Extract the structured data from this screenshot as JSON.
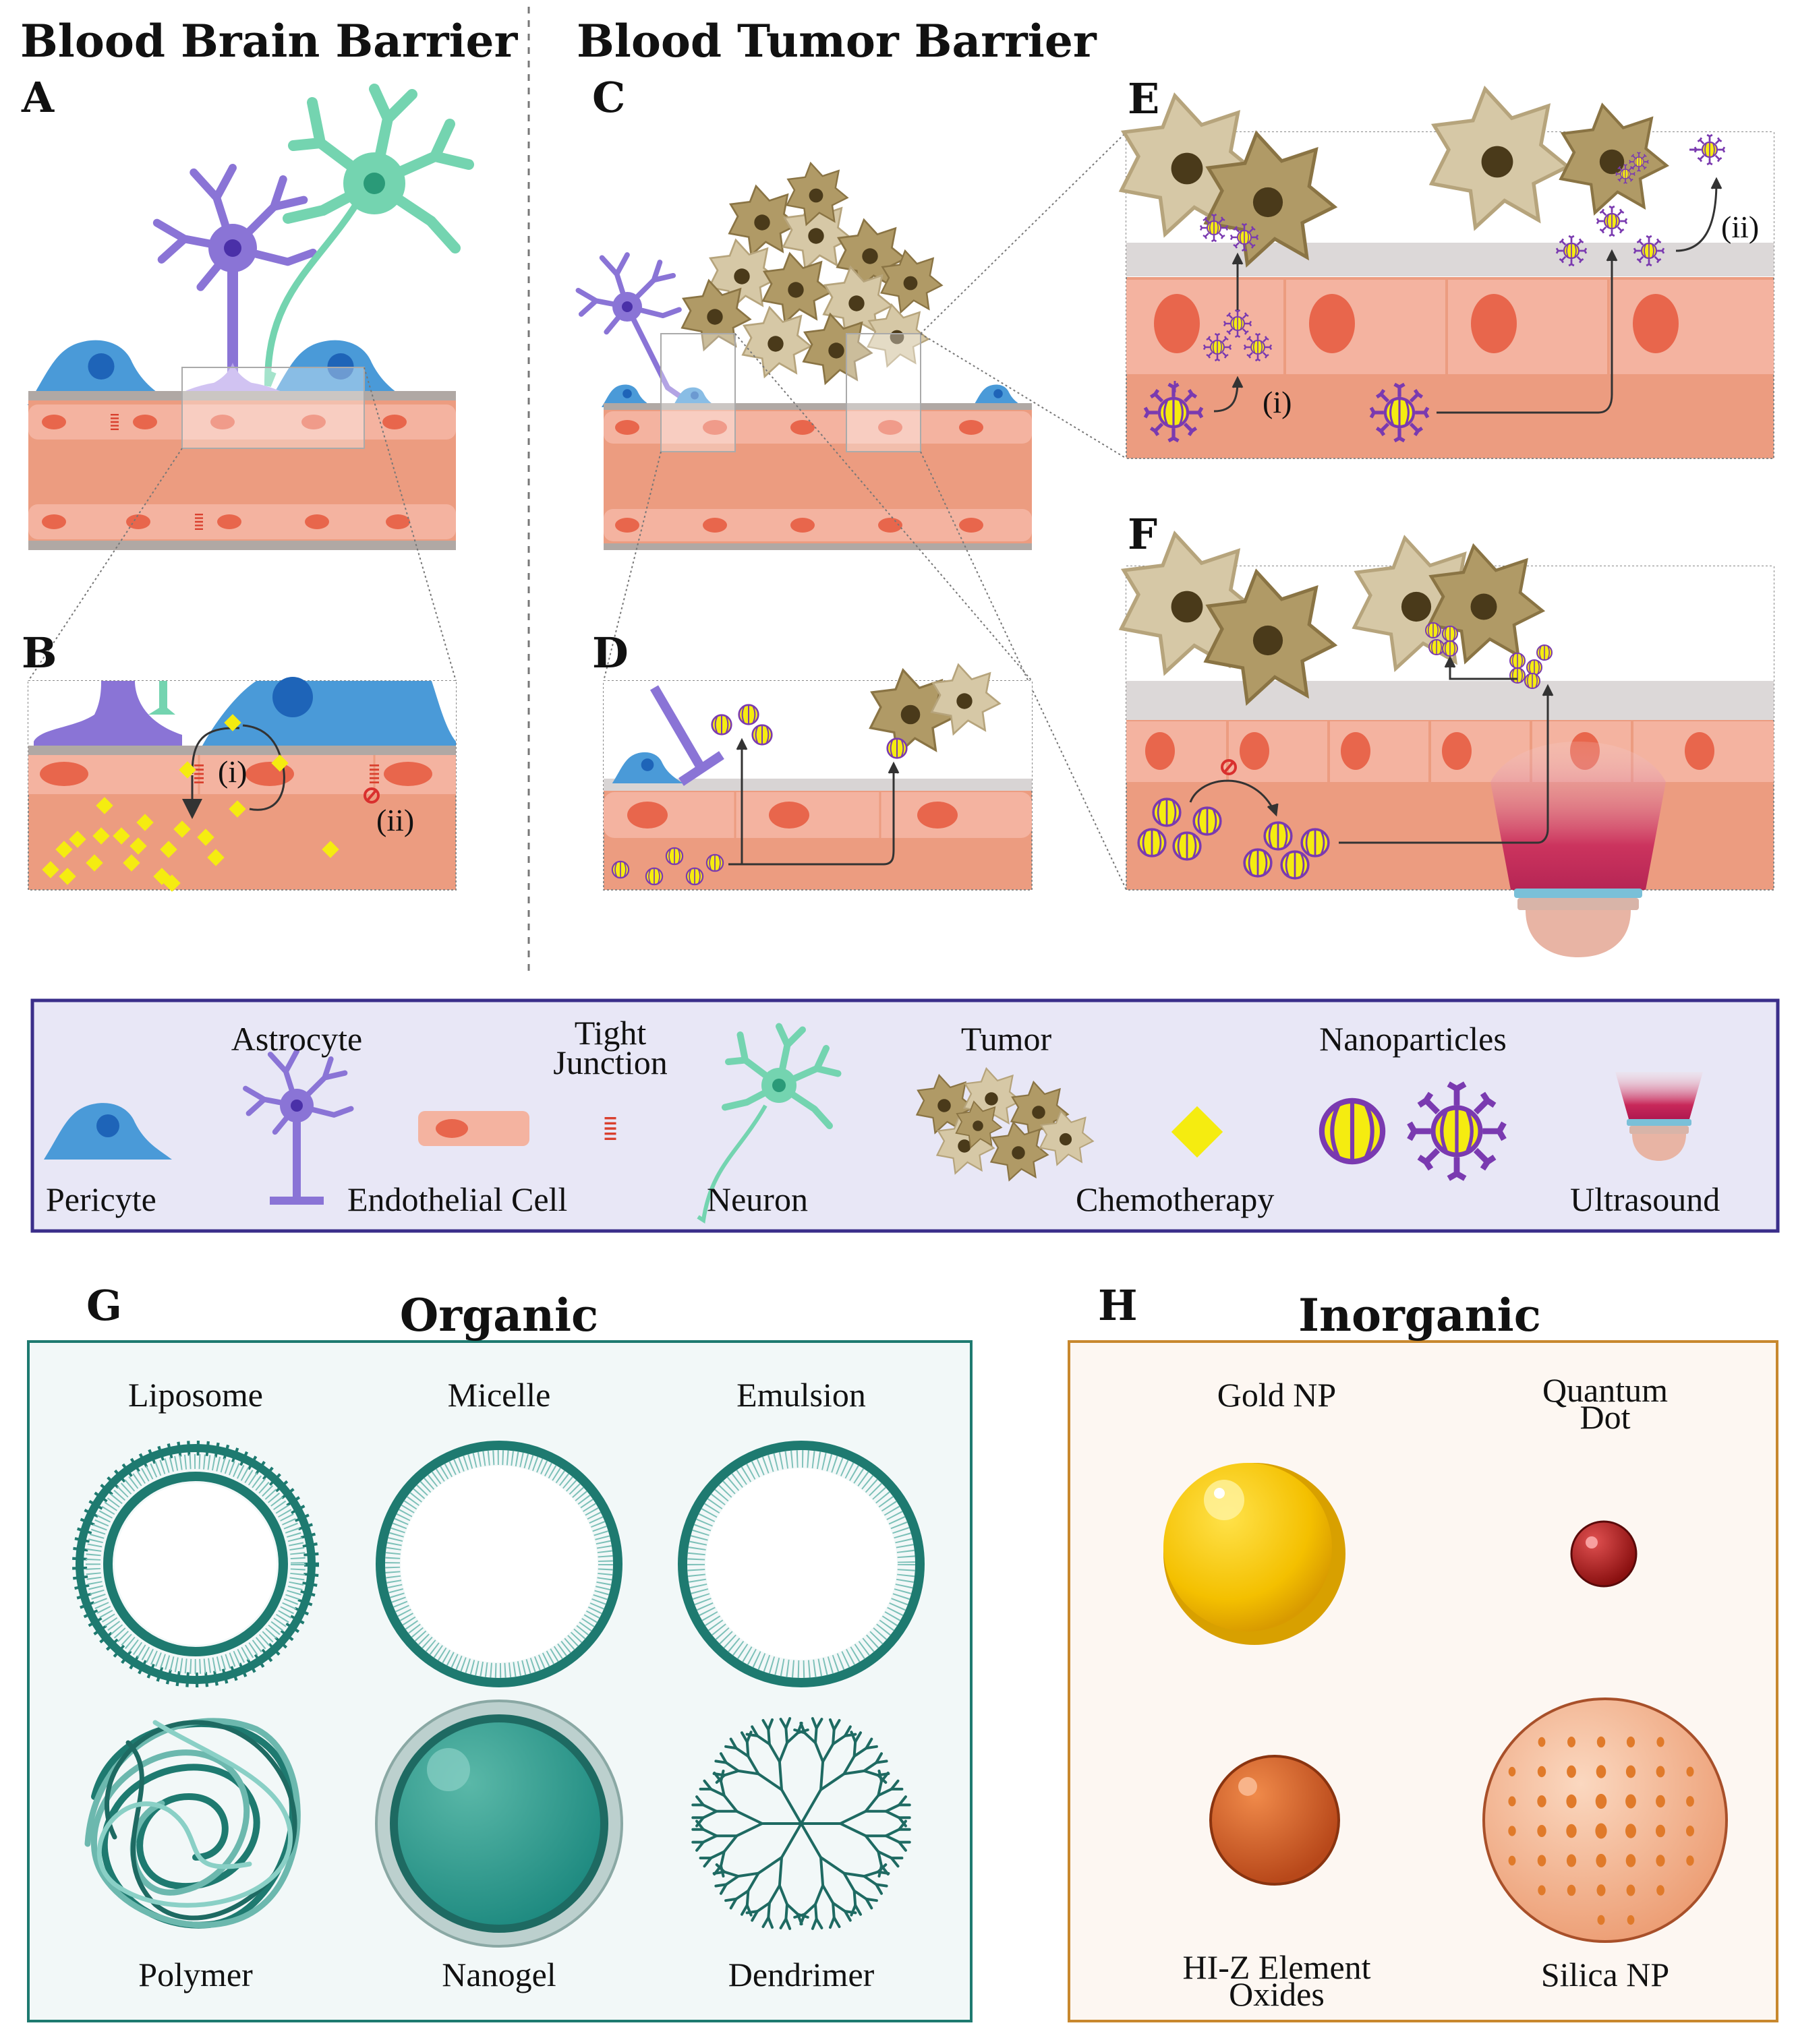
{
  "headings": {
    "bbb": "Blood Brain Barrier",
    "btb": "Blood Tumor Barrier",
    "organic": "Organic",
    "inorganic": "Inorganic"
  },
  "panels": {
    "A": "A",
    "B": "B",
    "C": "C",
    "D": "D",
    "E": "E",
    "F": "F",
    "G": "G",
    "H": "H"
  },
  "annotations": {
    "b_i": "(i)",
    "b_ii": "(ii)",
    "e_i": "(i)",
    "e_ii": "(ii)"
  },
  "legend": {
    "pericyte": "Pericyte",
    "astrocyte": "Astrocyte",
    "endothelial": "Endothelial Cell",
    "tight_junction_1": "Tight",
    "tight_junction_2": "Junction",
    "neuron": "Neuron",
    "tumor": "Tumor",
    "chemotherapy": "Chemotherapy",
    "nanoparticles": "Nanoparticles",
    "ultrasound": "Ultrasound"
  },
  "organic": {
    "liposome": "Liposome",
    "micelle": "Micelle",
    "emulsion": "Emulsion",
    "polymer": "Polymer",
    "nanogel": "Nanogel",
    "dendrimer": "Dendrimer"
  },
  "inorganic": {
    "gold": "Gold NP",
    "qd_1": "Quantum",
    "qd_2": "Dot",
    "hiz_1": "HI-Z Element",
    "hiz_2": "Oxides",
    "silica": "Silica NP"
  },
  "colors": {
    "pericyte": "#4a9ad8",
    "astrocyte": "#8a74d6",
    "neuron": "#74d4b0",
    "endothelial": "#f4b3a0",
    "tissue": "#ec9c80",
    "nucleus": "#e8664c",
    "tight_junction": "#d9402e",
    "chemo": "#f5ec10",
    "nanoparticle": "#7a3ab0",
    "tumor": "#a8905a",
    "organic": "#1e7a70",
    "gold": "#f0b800",
    "legend_bg": "#e8e7f6",
    "legend_border": "#3a2e8a",
    "organic_bg": "#f2f8f8",
    "inorganic_bg": "#fdf7f2",
    "inorganic_border": "#c8882e"
  }
}
